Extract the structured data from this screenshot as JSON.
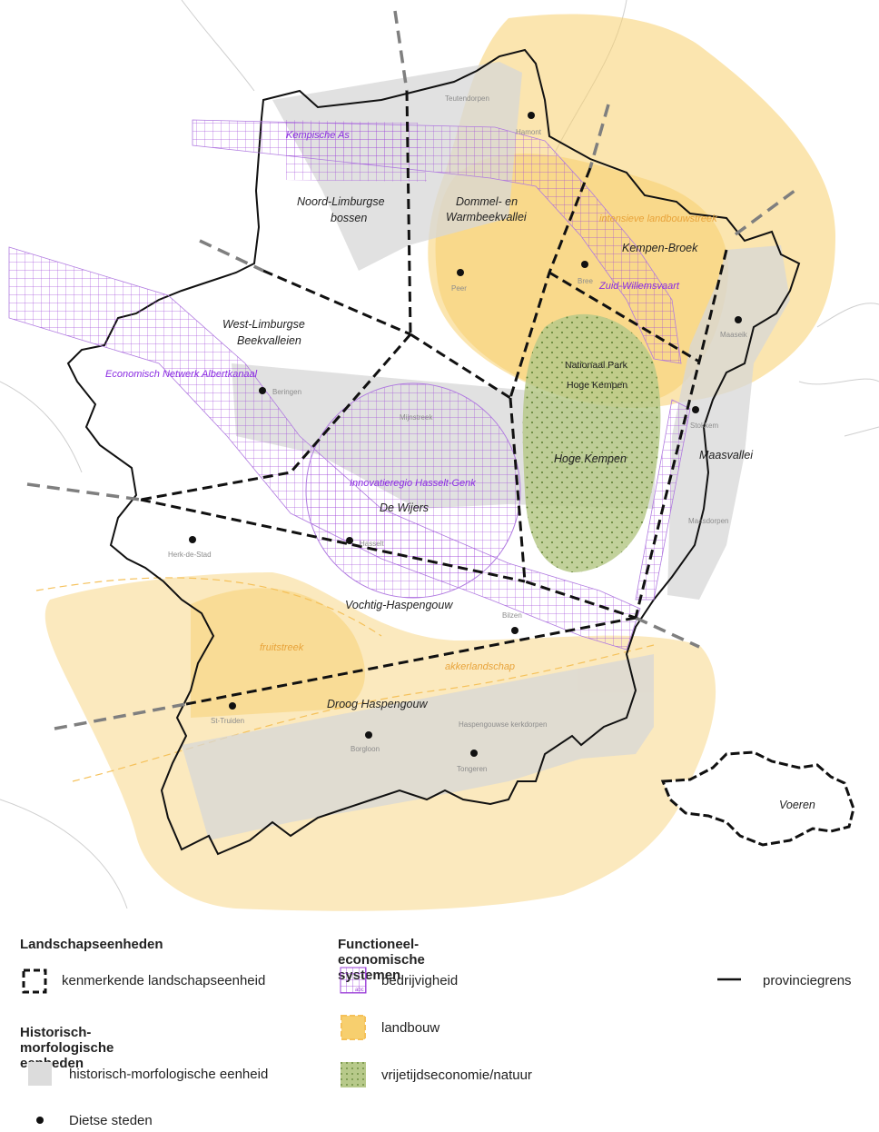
{
  "map": {
    "region_labels": {
      "noord_limburgse_1": "Noord-Limburgse",
      "noord_limburgse_2": "bossen",
      "dommel_1": "Dommel- en",
      "dommel_2": "Warmbeekvallei",
      "kempen_broek": "Kempen-Broek",
      "west_limburgse_1": "West-Limburgse",
      "west_limburgse_2": "Beekvalleien",
      "hoge_kempen": "Hoge Kempen",
      "maasvallei": "Maasvallei",
      "de_wijers": "De Wijers",
      "vochtig": "Vochtig-Haspengouw",
      "droog": "Droog Haspengouw",
      "voeren": "Voeren",
      "nationaal_park_1": "Nationaal Park",
      "nationaal_park_2": "Hoge Kempen"
    },
    "system_labels": {
      "kempische_as": "Kempische As",
      "economisch_netwerk": "Economisch Netwerk Albertkanaal",
      "innovatieregio": "Innovatieregio Hasselt-Genk",
      "zuid_willemsvaart": "Zuid-Willemsvaart",
      "intensieve_landbouw": "intensieve landbouwstreek",
      "fruitstreek": "fruitstreek",
      "akkerlandschap": "akkerlandschap"
    },
    "small_labels": {
      "teutendorpen": "Teutendorpen",
      "mijnstreek": "Mijnstreek",
      "maasdorpen": "Maasdorpen",
      "haspengouwse_kerkdorpen": "Haspengouwse kerkdorpen"
    },
    "cities": {
      "hamont": "Hamont",
      "peer": "Peer",
      "bree": "Bree",
      "maaseik": "Maaseik",
      "beringen": "Beringen",
      "stokkem": "Stokkem",
      "hasselt": "Hasselt",
      "herk": "Herk-de-Stad",
      "bilzen": "Bilzen",
      "sttruiden": "St-Truiden",
      "borgloon": "Borgloon",
      "tongeren": "Tongeren"
    }
  },
  "legend": {
    "landschapseenheden_title": "Landschapseenheden",
    "kenmerkende": "kenmerkende landschapseenheid",
    "historisch_title": "Historisch-morfologische eenheden",
    "historisch": "historisch-morfologische eenheid",
    "dietse_steden": "Dietse steden",
    "functioneel_title": "Functioneel-economische systemen",
    "bedrijvigheid": "bedrijvigheid",
    "landbouw": "landbouw",
    "vrijetijd": "vrijetijdseconomie/natuur",
    "provinciegrens": "provinciegrens",
    "swatch_abc": "abc"
  },
  "colors": {
    "agri": "#f7cf6e",
    "agri_light": "#fbe8b8",
    "grey": "#dcdcdc",
    "purple": "#9b3fd8",
    "green": "#b7c98a",
    "purple_text": "#8a2be2",
    "orange_text": "#e8a33a"
  }
}
